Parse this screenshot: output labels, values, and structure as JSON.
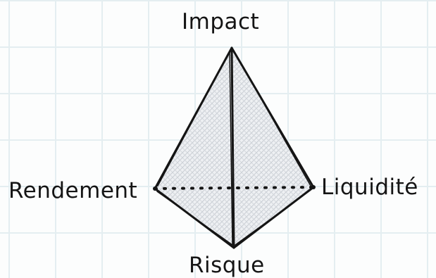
{
  "diagram": {
    "labels": {
      "top": "Impact",
      "left": "Rendement",
      "right": "Liquidité",
      "bottom": "Risque"
    },
    "colors": {
      "grid": "#e4eef1",
      "background": "#fcfdfd",
      "stroke": "#151515",
      "fill": "#eef0f3",
      "hatch": "#c9ced4"
    }
  }
}
